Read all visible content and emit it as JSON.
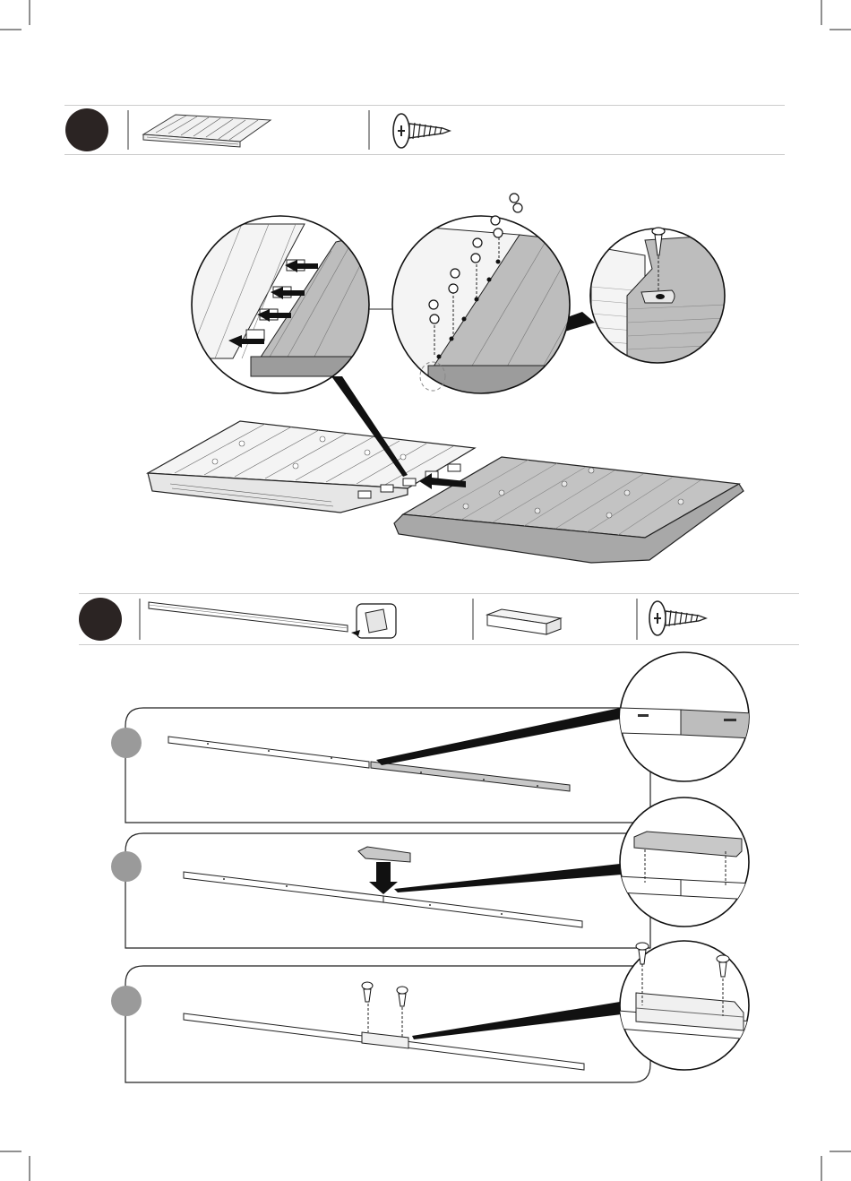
{
  "document": {
    "type": "assembly-instructions",
    "steps": [
      {
        "badge": "",
        "parts": [
          "floor-panel",
          "screw"
        ],
        "illustration": [
          "floor-panel-left",
          "floor-panel-right",
          "magnifier-tongue-groove",
          "magnifier-screw-row",
          "magnifier-screw-detail"
        ]
      },
      {
        "badge": "",
        "parts": [
          "rail",
          "rail-end-detail",
          "connector-bracket",
          "screw"
        ],
        "substeps": [
          {
            "badge": "",
            "action": "join-rails"
          },
          {
            "badge": "",
            "action": "place-bracket"
          },
          {
            "badge": "",
            "action": "screw-bracket"
          }
        ]
      }
    ],
    "colors": {
      "ink": "#1a1a1a",
      "panel_light": "#f4f4f4",
      "panel_dark": "#bdbdbd",
      "badge_dark": "#2b2423",
      "badge_grey": "#9a9a9a",
      "rule": "#cccccc"
    }
  }
}
